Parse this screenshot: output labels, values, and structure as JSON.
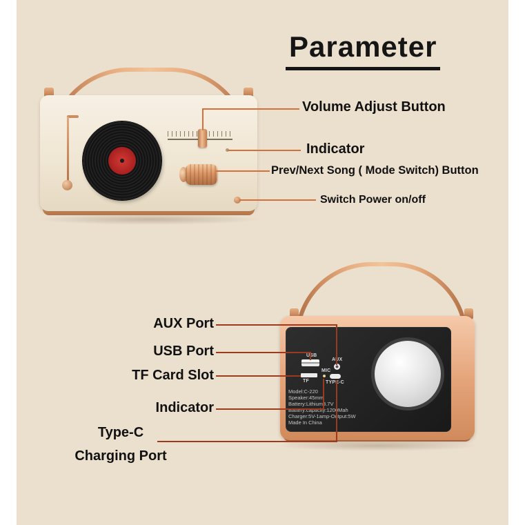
{
  "title": "Parameter",
  "colors": {
    "background": "#ebdfce",
    "annotation_orange": "#d4713b",
    "annotation_dark_red": "#9c3a1e",
    "copper_accent": "#cf8a5e",
    "record_red": "#b5272d",
    "panel_black": "#1f1f1f"
  },
  "front": {
    "labels": {
      "volume": "Volume Adjust Button",
      "indicator": "Indicator",
      "prev_next": "Prev/Next Song ( Mode Switch) Button",
      "power": "Switch Power on/off"
    }
  },
  "back": {
    "labels": {
      "aux": "AUX Port",
      "usb": "USB Port",
      "tf": "TF Card Slot",
      "indicator": "Indicator",
      "typec_line1": "Type-C",
      "typec_line2": "Charging Port"
    },
    "ports": {
      "usb": "USB",
      "aux": "AUX",
      "mic": "MIC",
      "tf": "TF",
      "typec": "TYPE-C"
    },
    "specs": [
      "Model:C-220",
      "Speaker:45mm",
      "Battery:Lithium3.7V",
      "Battery:capacity:1200Mah",
      "Charger:5V-1amp-Output:5W",
      "Made In China"
    ]
  }
}
